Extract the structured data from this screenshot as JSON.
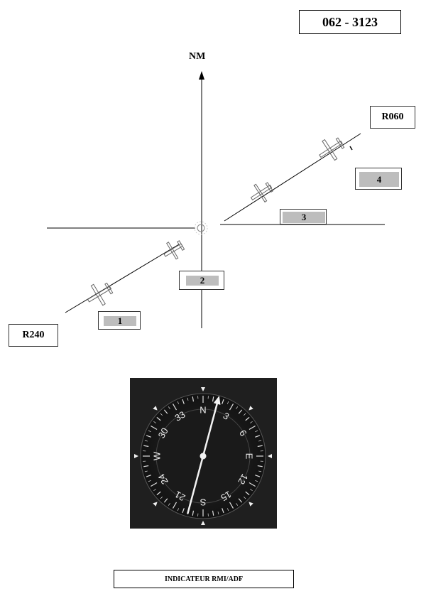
{
  "reference": "062 - 3123",
  "diagram": {
    "north_label": "NM",
    "radial_left": "R240",
    "radial_right": "R060",
    "positions": [
      "1",
      "2",
      "3",
      "4"
    ]
  },
  "rmi": {
    "cardinals": [
      "N",
      "E",
      "S",
      "W"
    ],
    "numbers": [
      "3",
      "6",
      "12",
      "15",
      "21",
      "24",
      "30",
      "33"
    ]
  },
  "caption": "INDICATEUR RMI/ADF"
}
